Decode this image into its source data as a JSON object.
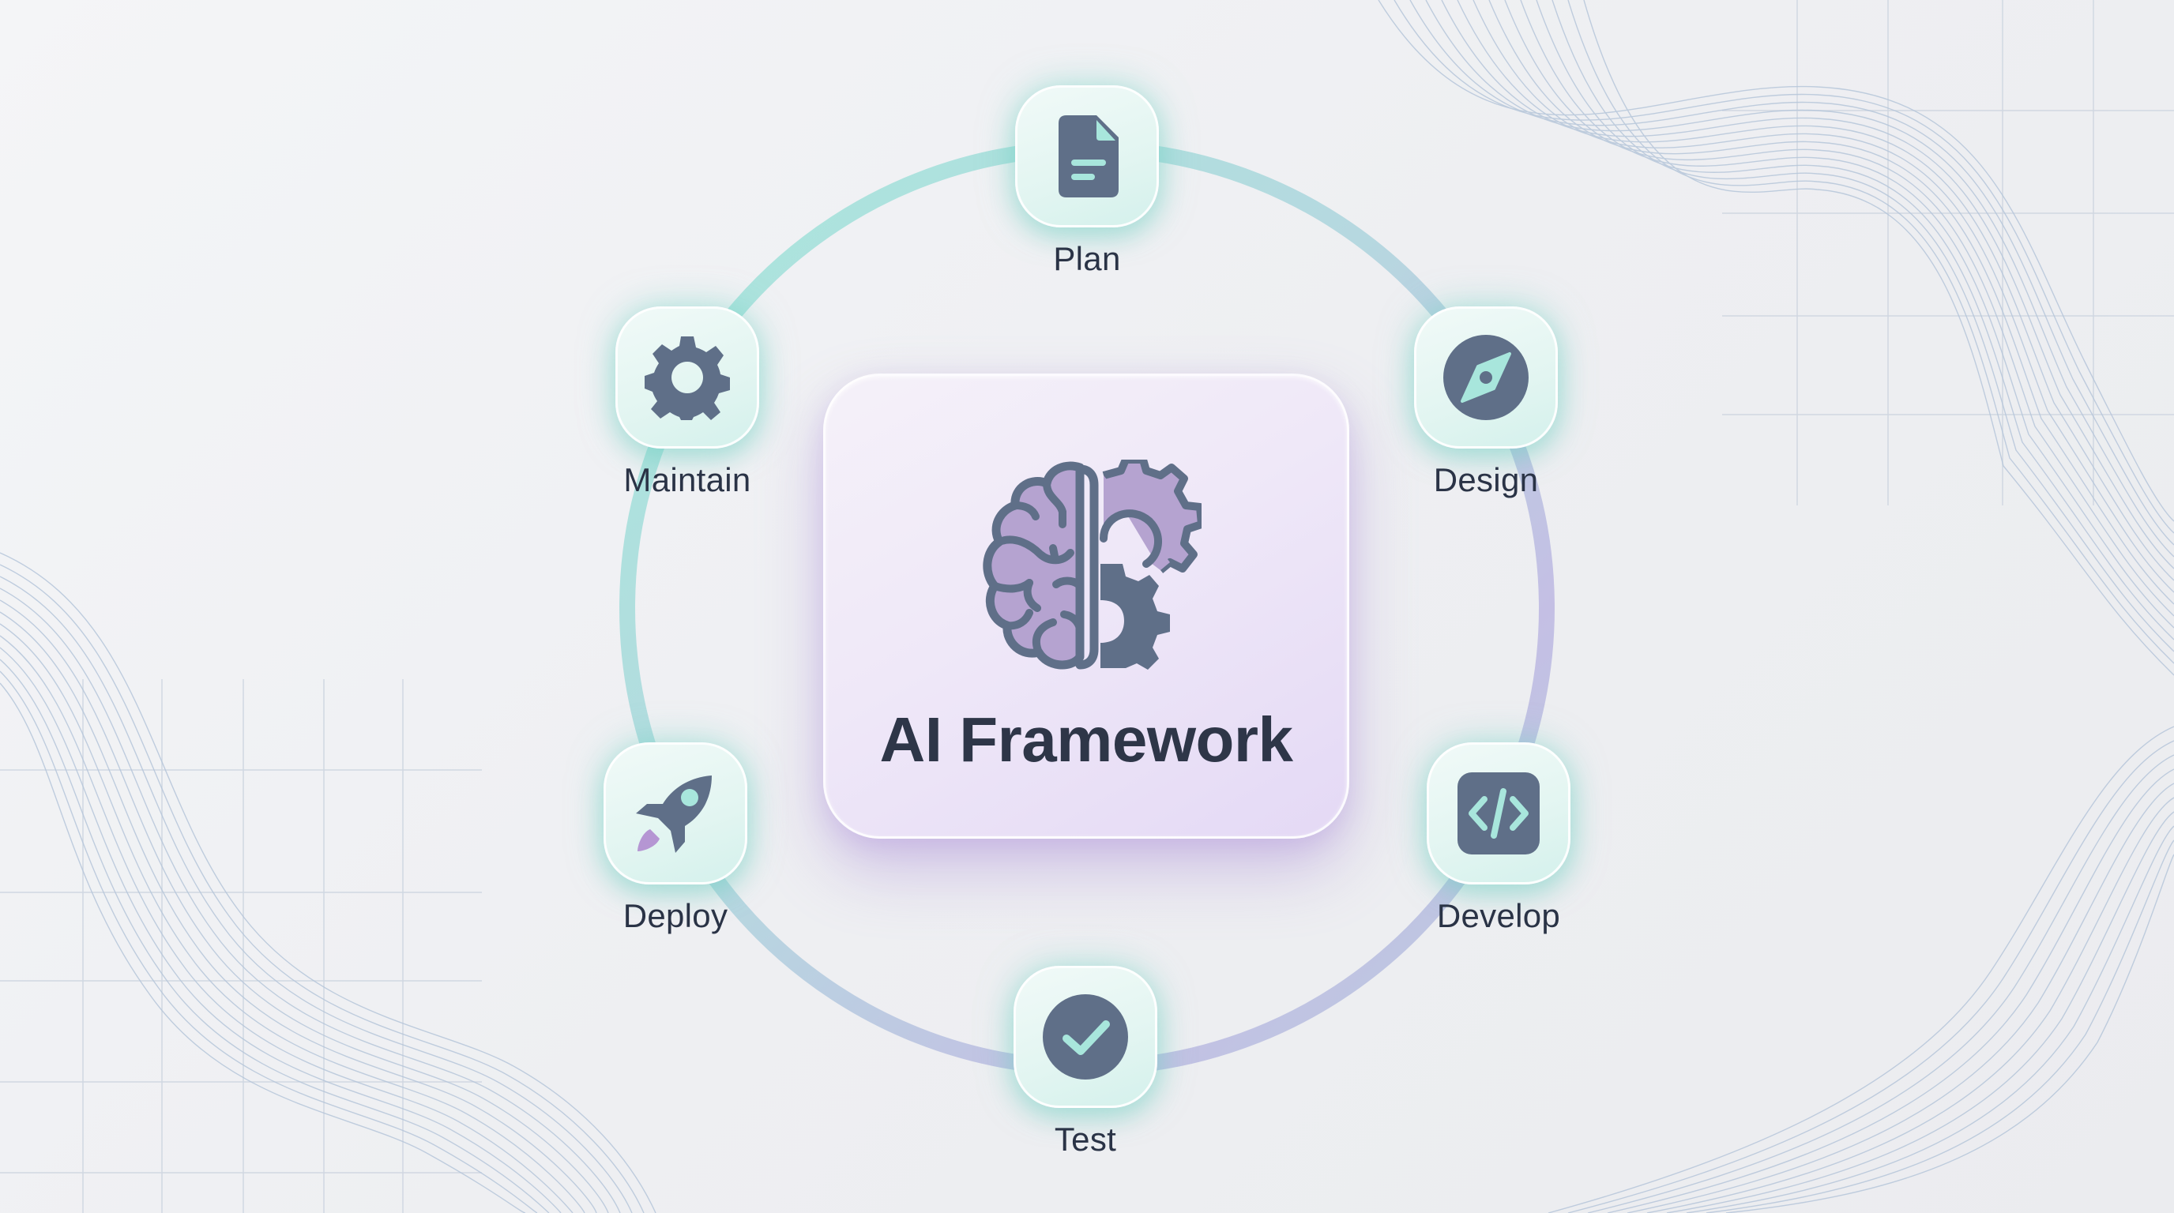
{
  "center": {
    "title": "AI Framework",
    "icon": "brain-gear-icon"
  },
  "cycle": {
    "ring_colors": [
      "#a8e6dc",
      "#bccbe2",
      "#c8bde6"
    ],
    "nodes": [
      {
        "id": "plan",
        "label": "Plan",
        "icon": "document-icon"
      },
      {
        "id": "design",
        "label": "Design",
        "icon": "compass-icon"
      },
      {
        "id": "develop",
        "label": "Develop",
        "icon": "code-icon"
      },
      {
        "id": "test",
        "label": "Test",
        "icon": "check-circle-icon"
      },
      {
        "id": "deploy",
        "label": "Deploy",
        "icon": "rocket-icon"
      },
      {
        "id": "maintain",
        "label": "Maintain",
        "icon": "gear-icon"
      }
    ]
  },
  "colors": {
    "icon_dark": "#5f6f88",
    "icon_accent": "#a8e6dc",
    "brain_fill": "#b5a3d0",
    "text": "#2a3346",
    "flame": "#b596d3"
  }
}
